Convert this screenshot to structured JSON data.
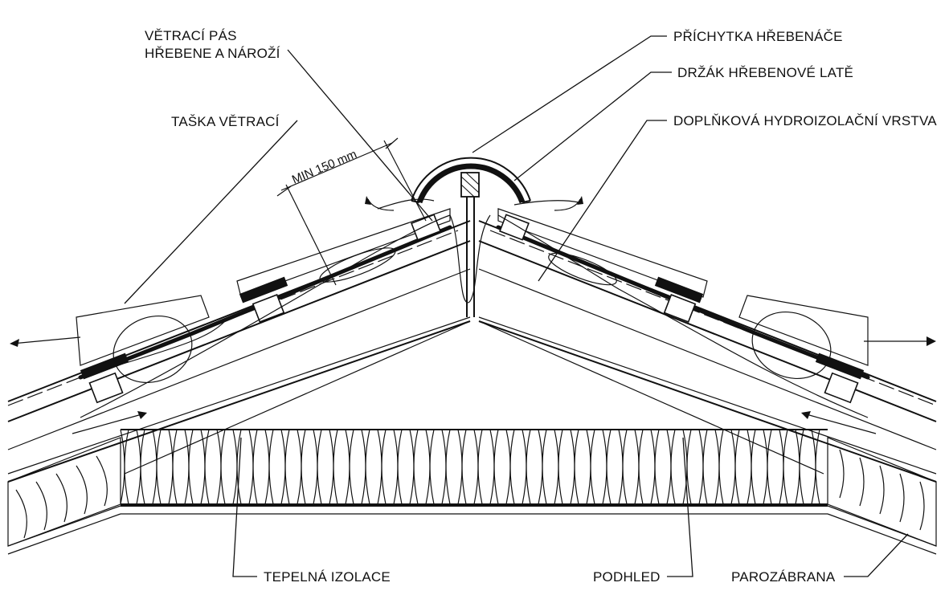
{
  "labels": {
    "vent_strip_line1": "VĚTRACÍ PÁS",
    "vent_strip_line2": "HŘEBENE A NÁROŽÍ",
    "vent_tile": "TAŠKA VĚTRACÍ",
    "ridge_clip": "PŘÍCHYTKA HŘEBENÁČE",
    "ridge_batten_holder": "DRŽÁK HŘEBENOVÉ LATĚ",
    "underlay": "DOPLŇKOVÁ HYDROIZOLAČNÍ VRSTVA",
    "dimension": "MIN 150 mm",
    "insulation": "TEPELNÁ IZOLACE",
    "ceiling": "PODHLED",
    "vapour_barrier": "PAROZÁBRANA"
  },
  "colors": {
    "line": "#111111",
    "background": "#ffffff"
  }
}
